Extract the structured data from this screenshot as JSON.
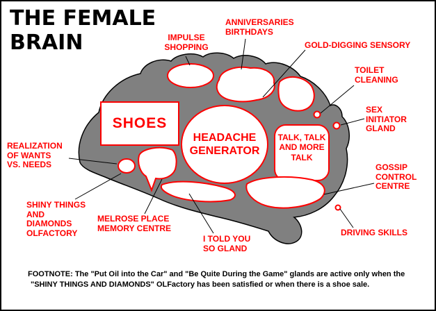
{
  "title": {
    "text": "THE FEMALE\nBRAIN"
  },
  "labels": {
    "impulse_shopping": "IMPULSE\nSHOPPING",
    "anniversaries_birthdays": "ANNIVERSARIES\nBIRTHDAYS",
    "gold_digging_sensory": "GOLD-DIGGING SENSORY",
    "toilet_cleaning": "TOILET\nCLEANING",
    "sex_initiator_gland": "SEX\nINITIATOR\nGLAND",
    "realization_of_wants_vs_needs": "REALIZATION\nOF WANTS\nVS. NEEDS",
    "shiny_things_and_diamonds_olfactory": "SHINY THINGS\nAND\nDIAMONDS\nOLFACTORY",
    "melrose_place_memory_centre": "MELROSE PLACE\nMEMORY CENTRE",
    "i_told_you_so_gland": "I TOLD YOU\nSO GLAND",
    "gossip_control_centre": "GOSSIP\nCONTROL\nCENTRE",
    "driving_skills": "DRIVING SKILLS"
  },
  "regions": {
    "shoes": "SHOES",
    "headache_generator": "HEADACHE\nGENERATOR",
    "talk_talk_and_more_talk": "TALK, TALK\nAND MORE\nTALK"
  },
  "footnote": {
    "line1": "FOOTNOTE:  The \"Put Oil into the Car\" and \"Be Quite During the Game\" glands are active only when the",
    "line2": "\"SHINY THINGS AND DIAMONDS\" OLFactory has been satisfied or when there is a shoe sale."
  },
  "colors": {
    "label_red": "#FF0000",
    "brain_gray": "#808080",
    "region_fill": "#FFFFFF",
    "outline_black": "#000000",
    "background": "#FFFFFF"
  }
}
